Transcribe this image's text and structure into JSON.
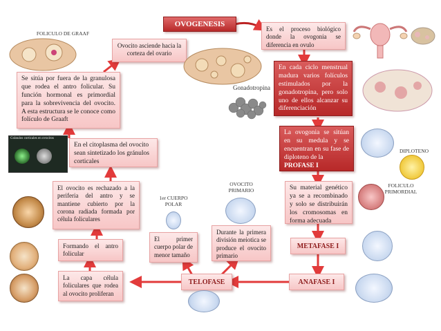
{
  "title": "OVOGENESIS",
  "labels": {
    "folicle_graaf": "FOLICULO DE GRAAF",
    "gonadotropina": "Gonadotropina",
    "diploteno": "DIPLOTENO",
    "foliculo_primordial": "FOLICULO PRIMORDIAL",
    "ovocito_primario": "OVOCITO PRIMARIO",
    "cuerpo_polar": "1er CUERPO POLAR",
    "granulos_corticales": "Gránulos corticales en ovocitos"
  },
  "boxes": {
    "definicion": "Es el proceso biológico donde la ovogonia se diferencia en ovulo",
    "ciclo": "En cada ciclo menstrual madura varios folículos estimulados por la gonadotropina, pero solo uno de ellos alcanzar su diferenciación",
    "ovogonia": "La ovogonia se sitúan en su medula y se encuentran en su fase de diploteno de la",
    "profase": "PROFASE I",
    "material": "Su material genético ya se a recombinado y solo se distribuirán los cromosomas en forma adecuada",
    "metafase": "METAFASE I",
    "anafase": "ANAFASE I",
    "telofase": "TELOFASE",
    "division": "Durante la primera división meiotica se produce el ovocito primario",
    "cuerpo_polar": "El primer cuerpo polar de menor tamaño",
    "proliferan": "La capa célula foliculares que rodea al ovocito proliferan",
    "antro": "Formando el antro folicular",
    "rechazado": "El ovocito es rechazado a la periferia del antro y se mantiene cubierto por la corona radiada formada por célula foliculares",
    "citoplasma": "En el citoplasma del ovocito sean sintetizado los gránulos corticales",
    "granulosa": "Se sitúa por fuera de la granulosa que rodea el antro folicular. Su función hormonal es primordial para la sobrevivencia del ovocito. A esta estructura se le conoce como folículo de Graaft",
    "asciende": "Ovocito asciende hacia la corteza del ovario"
  },
  "colors": {
    "box_light": "#f7c6c6",
    "box_dark": "#b72828",
    "arrow": "#e23b3b",
    "arrow_dark": "#c0392b"
  }
}
